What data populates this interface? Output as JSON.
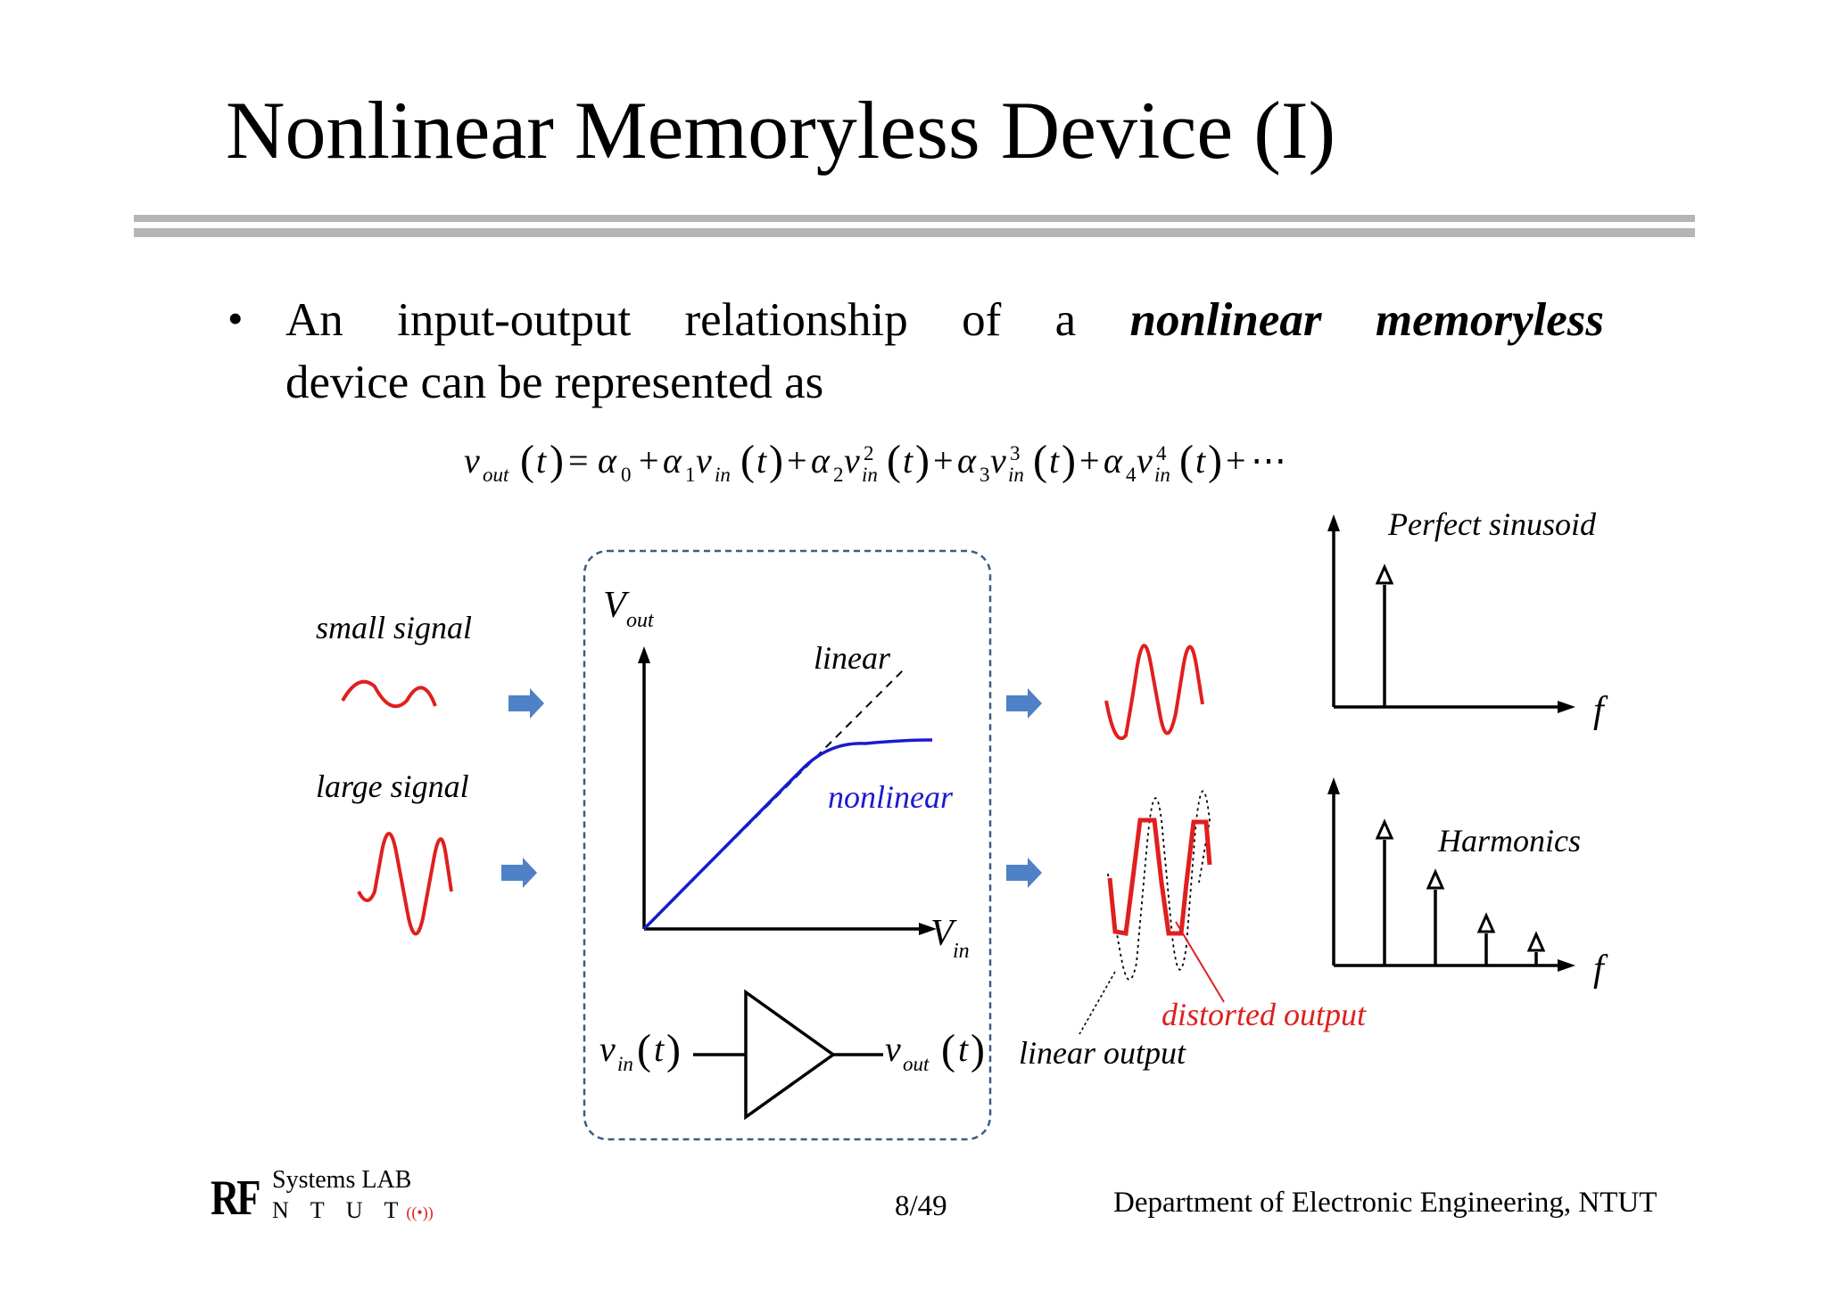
{
  "title": "Nonlinear Memoryless Device (I)",
  "bullet": {
    "words_line1": [
      "An",
      "input-output",
      "relationship",
      "of",
      "a"
    ],
    "emphasis": [
      "nonlinear",
      "memoryless"
    ],
    "line2": "device can be represented as"
  },
  "equation": {
    "lhs": "v_out(t)",
    "rhs": "α0 + α1 v_in(t) + α2 v_in^2(t) + α3 v_in^3(t) + α4 v_in^4(t) + ⋯"
  },
  "labels": {
    "small_signal": "small signal",
    "large_signal": "large signal",
    "linear": "linear",
    "nonlinear": "nonlinear",
    "perfect_sinusoid": "Perfect sinusoid",
    "harmonics": "Harmonics",
    "distorted_output": "distorted output",
    "linear_output": "linear output",
    "f": "f"
  },
  "footer": {
    "page": "8/49",
    "department": "Department of Electronic Engineering, NTUT",
    "logo_mark": "RF",
    "logo_top": "Systems LAB",
    "logo_bottom": "N T U T"
  },
  "colors": {
    "signal_red": "#e01f1f",
    "nonlinear_blue": "#1a1ad0",
    "arrow_blue": "#4f81c7",
    "box_border": "#3b5c86",
    "rule_gray": "#b5b5b5"
  }
}
